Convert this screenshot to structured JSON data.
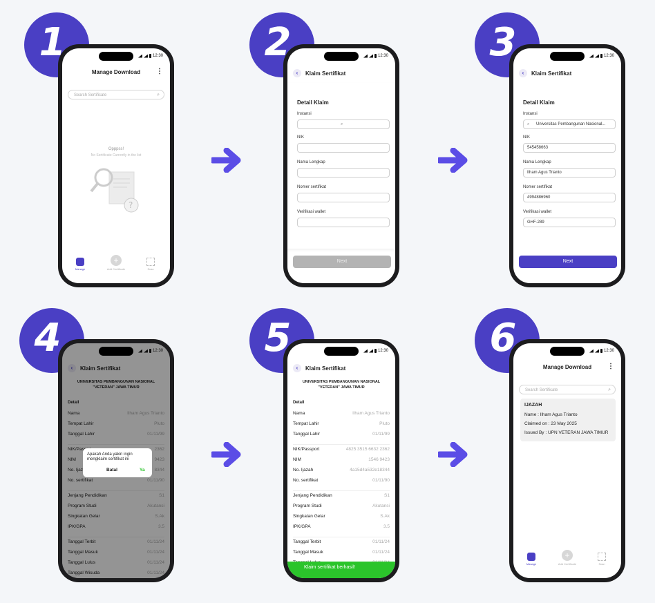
{
  "status_time": "12:30",
  "steps": [
    {
      "number": "1"
    },
    {
      "number": "2"
    },
    {
      "number": "3"
    },
    {
      "number": "4"
    },
    {
      "number": "5"
    },
    {
      "number": "6"
    }
  ],
  "manage": {
    "title": "Manage Download",
    "search_placeholder": "Search Sertificate",
    "empty_title": "Opppss!",
    "empty_subtitle": "No Sertificate Currently in the list",
    "tabs": {
      "manage": "Manage",
      "add": "Add Certificate",
      "scan": "Scan"
    }
  },
  "claim": {
    "title": "Klaim Sertifikat",
    "section": "Detail Klaim",
    "labels": {
      "instansi": "Instansi",
      "nik": "NIK",
      "nama": "Nama Lengkap",
      "nomor": "Nomer sertifikat",
      "wallet": "Verifikasi wallet"
    },
    "filled": {
      "instansi": "Universitas Pembangunan Nasional...",
      "nik": "545458663",
      "nama": "Ilham Agus Trianto",
      "nomor": "4994886960",
      "wallet": "GHF-289"
    },
    "next": "Next"
  },
  "detail": {
    "univ_line1": "UNIVERSITAS PEMBANGUNAN NASIONAL",
    "univ_line2": "\"VETERAN\" JAWA TIMUR",
    "section": "Detail",
    "rows": [
      {
        "k": "Nama",
        "v": "Ilham Agus Trianto"
      },
      {
        "k": "Tempat Lahir",
        "v": "Pluto"
      },
      {
        "k": "Tanggal Lahir",
        "v": "01/11/99"
      },
      {
        "k": "NIK/Passport",
        "v": "4825 3515 6632 2362"
      },
      {
        "k": "NIM",
        "v": "1546 9423"
      },
      {
        "k": "No. Ijazah",
        "v": "4a15d4a532e18344"
      },
      {
        "k": "No. sertifikat",
        "v": "01/11/90"
      },
      {
        "k": "Jenjang Pendidikan",
        "v": "S1"
      },
      {
        "k": "Program Studi",
        "v": "Akutansi"
      },
      {
        "k": "Singkatan Gelar",
        "v": "S.Ak"
      },
      {
        "k": "IPK/GPA",
        "v": "3.5"
      },
      {
        "k": "Tanggal Terbit",
        "v": "01/11/24"
      },
      {
        "k": "Tanggal Masuk",
        "v": "01/11/24"
      },
      {
        "k": "Tanggal Lulus",
        "v": "01/11/24"
      },
      {
        "k": "Tanggal Wisuda",
        "v": "01/11/24"
      }
    ],
    "step4_rows": [
      {
        "k": "Nama",
        "v": "Ilham Agus Trianto"
      },
      {
        "k": "Tempat Lahir",
        "v": "Pluto"
      },
      {
        "k": "Tanggal Lahir",
        "v": "01/11/99"
      },
      {
        "k": "NIK/Passpo",
        "v": "2362"
      },
      {
        "k": "NIM",
        "v": "9423"
      },
      {
        "k": "No. Ijaz",
        "v": "8344"
      },
      {
        "k": "No. sertifikat",
        "v": "01/11/90"
      },
      {
        "k": "Jenjang Pendidikan",
        "v": "S1"
      },
      {
        "k": "Program Studi",
        "v": "Akutansi"
      },
      {
        "k": "Singkatan Gelar",
        "v": "S.Ak"
      },
      {
        "k": "IPK/GPA",
        "v": "3.5"
      },
      {
        "k": "Tanggal Terbit",
        "v": "01/11/24"
      },
      {
        "k": "Tanggal Masuk",
        "v": "01/11/24"
      },
      {
        "k": "Tanggal Lulus",
        "v": "01/11/24"
      },
      {
        "k": "Tanggal Wisuda",
        "v": "01/11/24"
      }
    ],
    "dialog_text": "Apakah Anda yakin ingin mengklaim sertifikat ini",
    "dialog_cancel": "Batal",
    "dialog_ok": "Ya",
    "toast": "Klaim sertifikat berhasil!"
  },
  "card": {
    "type": "IJAZAH",
    "name": "Name : Ilham Agus Trianto",
    "claimed": "Claimed on : 23 May 2025",
    "issued": "Issued By : UPN VETERAN JAWA TIMUR"
  },
  "colors": {
    "accent": "#4a3fc4",
    "arrow": "#5b4de6",
    "success": "#2bc42b",
    "disabled": "#b3b3b3"
  }
}
